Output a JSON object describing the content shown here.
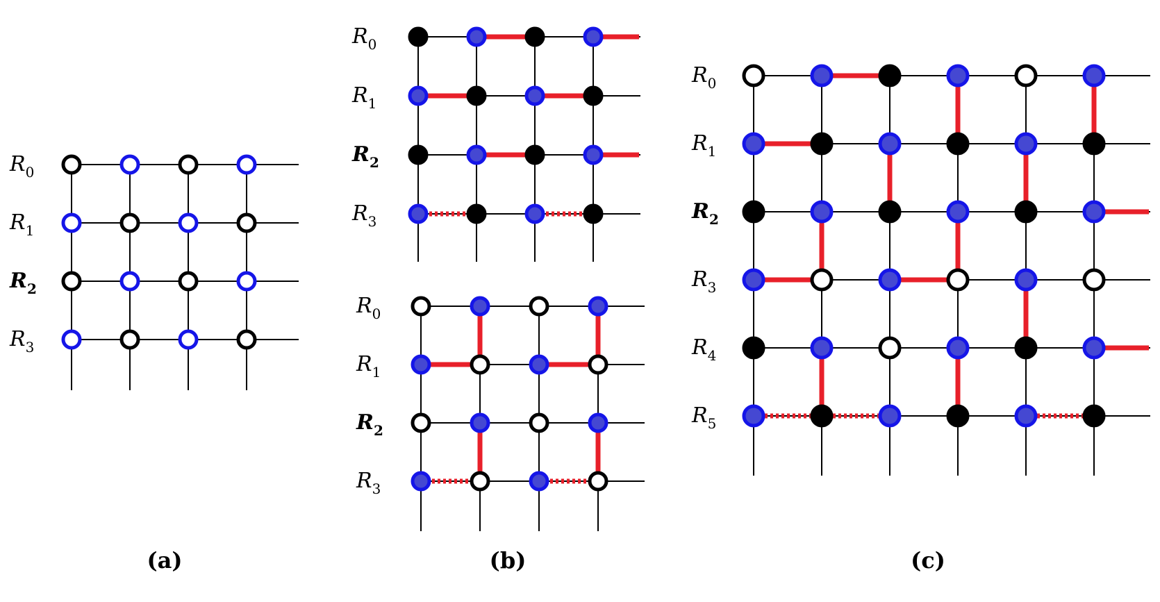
{
  "colors": {
    "grid": "#000000",
    "blue_ring": "#1515e8",
    "blue_fill": "#4548d2",
    "black_fill": "#000000",
    "white_fill": "#ffffff",
    "bond": "#e8202a"
  },
  "panels": [
    {
      "id": "a",
      "caption": "(a)",
      "rows": [
        {
          "prefix": "R",
          "sub": "0",
          "bold": false
        },
        {
          "prefix": "R",
          "sub": "1",
          "bold": false
        },
        {
          "prefix": "R",
          "sub": "2",
          "bold": true
        },
        {
          "prefix": "R",
          "sub": "3",
          "bold": false
        }
      ],
      "cols": 4,
      "nodes": [
        [
          "bo",
          "uo",
          "bo",
          "uo"
        ],
        [
          "uo",
          "bo",
          "uo",
          "bo"
        ],
        [
          "bo",
          "uo",
          "bo",
          "uo"
        ],
        [
          "uo",
          "bo",
          "uo",
          "bo"
        ]
      ],
      "bonds": []
    },
    {
      "id": "b-top",
      "caption": "",
      "rows": [
        {
          "prefix": "R",
          "sub": "0",
          "bold": false
        },
        {
          "prefix": "R",
          "sub": "1",
          "bold": false
        },
        {
          "prefix": "R",
          "sub": "2",
          "bold": true
        },
        {
          "prefix": "R",
          "sub": "3",
          "bold": false
        }
      ],
      "cols": 4,
      "nodes": [
        [
          "k",
          "u",
          "k",
          "u"
        ],
        [
          "u",
          "k",
          "u",
          "k"
        ],
        [
          "k",
          "u",
          "k",
          "u"
        ],
        [
          "u",
          "k",
          "u",
          "k"
        ]
      ],
      "bonds": [
        {
          "from": [
            0,
            1
          ],
          "to": [
            0,
            2
          ],
          "style": "solid"
        },
        {
          "from": [
            0,
            3
          ],
          "to": [
            0,
            4
          ],
          "style": "solid"
        },
        {
          "from": [
            1,
            0
          ],
          "to": [
            1,
            1
          ],
          "style": "solid"
        },
        {
          "from": [
            1,
            2
          ],
          "to": [
            1,
            3
          ],
          "style": "solid"
        },
        {
          "from": [
            2,
            1
          ],
          "to": [
            2,
            2
          ],
          "style": "solid"
        },
        {
          "from": [
            2,
            3
          ],
          "to": [
            2,
            4
          ],
          "style": "solid"
        },
        {
          "from": [
            3,
            0
          ],
          "to": [
            3,
            1
          ],
          "style": "dotted"
        },
        {
          "from": [
            3,
            2
          ],
          "to": [
            3,
            3
          ],
          "style": "dotted"
        }
      ]
    },
    {
      "id": "b-bottom",
      "caption": "(b)",
      "rows": [
        {
          "prefix": "R",
          "sub": "0",
          "bold": false
        },
        {
          "prefix": "R",
          "sub": "1",
          "bold": false
        },
        {
          "prefix": "R",
          "sub": "2",
          "bold": true
        },
        {
          "prefix": "R",
          "sub": "3",
          "bold": false
        }
      ],
      "cols": 4,
      "nodes": [
        [
          "w",
          "u",
          "w",
          "u"
        ],
        [
          "u",
          "w",
          "u",
          "w"
        ],
        [
          "w",
          "u",
          "w",
          "u"
        ],
        [
          "u",
          "w",
          "u",
          "w"
        ]
      ],
      "bonds": [
        {
          "from": [
            0,
            1
          ],
          "to": [
            1,
            1
          ],
          "style": "solid"
        },
        {
          "from": [
            0,
            3
          ],
          "to": [
            1,
            3
          ],
          "style": "solid"
        },
        {
          "from": [
            1,
            0
          ],
          "to": [
            1,
            1
          ],
          "style": "solid"
        },
        {
          "from": [
            1,
            2
          ],
          "to": [
            1,
            3
          ],
          "style": "solid"
        },
        {
          "from": [
            2,
            1
          ],
          "to": [
            3,
            1
          ],
          "style": "solid"
        },
        {
          "from": [
            2,
            3
          ],
          "to": [
            3,
            3
          ],
          "style": "solid"
        },
        {
          "from": [
            3,
            0
          ],
          "to": [
            3,
            1
          ],
          "style": "dotted"
        },
        {
          "from": [
            3,
            2
          ],
          "to": [
            3,
            3
          ],
          "style": "dotted"
        }
      ]
    },
    {
      "id": "c",
      "caption": "(c)",
      "rows": [
        {
          "prefix": "R",
          "sub": "0",
          "bold": false
        },
        {
          "prefix": "R",
          "sub": "1",
          "bold": false
        },
        {
          "prefix": "R",
          "sub": "2",
          "bold": true
        },
        {
          "prefix": "R",
          "sub": "3",
          "bold": false
        },
        {
          "prefix": "R",
          "sub": "4",
          "bold": false
        },
        {
          "prefix": "R",
          "sub": "5",
          "bold": false
        }
      ],
      "cols": 6,
      "nodes": [
        [
          "w",
          "u",
          "k",
          "u",
          "w",
          "u"
        ],
        [
          "u",
          "k",
          "u",
          "k",
          "u",
          "k"
        ],
        [
          "k",
          "u",
          "k",
          "u",
          "k",
          "u"
        ],
        [
          "u",
          "w",
          "u",
          "w",
          "u",
          "w"
        ],
        [
          "k",
          "u",
          "w",
          "u",
          "k",
          "u"
        ],
        [
          "u",
          "k",
          "u",
          "k",
          "u",
          "k"
        ]
      ],
      "bonds": [
        {
          "from": [
            0,
            1
          ],
          "to": [
            0,
            2
          ],
          "style": "solid"
        },
        {
          "from": [
            0,
            3
          ],
          "to": [
            1,
            3
          ],
          "style": "solid"
        },
        {
          "from": [
            0,
            5
          ],
          "to": [
            1,
            5
          ],
          "style": "solid"
        },
        {
          "from": [
            1,
            0
          ],
          "to": [
            1,
            1
          ],
          "style": "solid"
        },
        {
          "from": [
            1,
            2
          ],
          "to": [
            2,
            2
          ],
          "style": "solid"
        },
        {
          "from": [
            1,
            4
          ],
          "to": [
            2,
            4
          ],
          "style": "solid"
        },
        {
          "from": [
            2,
            1
          ],
          "to": [
            3,
            1
          ],
          "style": "solid"
        },
        {
          "from": [
            2,
            3
          ],
          "to": [
            3,
            3
          ],
          "style": "solid"
        },
        {
          "from": [
            2,
            5
          ],
          "to": [
            2,
            6
          ],
          "style": "solid"
        },
        {
          "from": [
            3,
            0
          ],
          "to": [
            3,
            1
          ],
          "style": "solid"
        },
        {
          "from": [
            3,
            2
          ],
          "to": [
            3,
            3
          ],
          "style": "solid"
        },
        {
          "from": [
            3,
            4
          ],
          "to": [
            4,
            4
          ],
          "style": "solid"
        },
        {
          "from": [
            4,
            1
          ],
          "to": [
            5,
            1
          ],
          "style": "solid"
        },
        {
          "from": [
            4,
            3
          ],
          "to": [
            5,
            3
          ],
          "style": "solid"
        },
        {
          "from": [
            4,
            5
          ],
          "to": [
            4,
            6
          ],
          "style": "solid"
        },
        {
          "from": [
            5,
            0
          ],
          "to": [
            5,
            1
          ],
          "style": "dotted"
        },
        {
          "from": [
            5,
            1
          ],
          "to": [
            5,
            2
          ],
          "style": "dotted"
        },
        {
          "from": [
            5,
            4
          ],
          "to": [
            5,
            5
          ],
          "style": "dotted"
        }
      ]
    }
  ]
}
